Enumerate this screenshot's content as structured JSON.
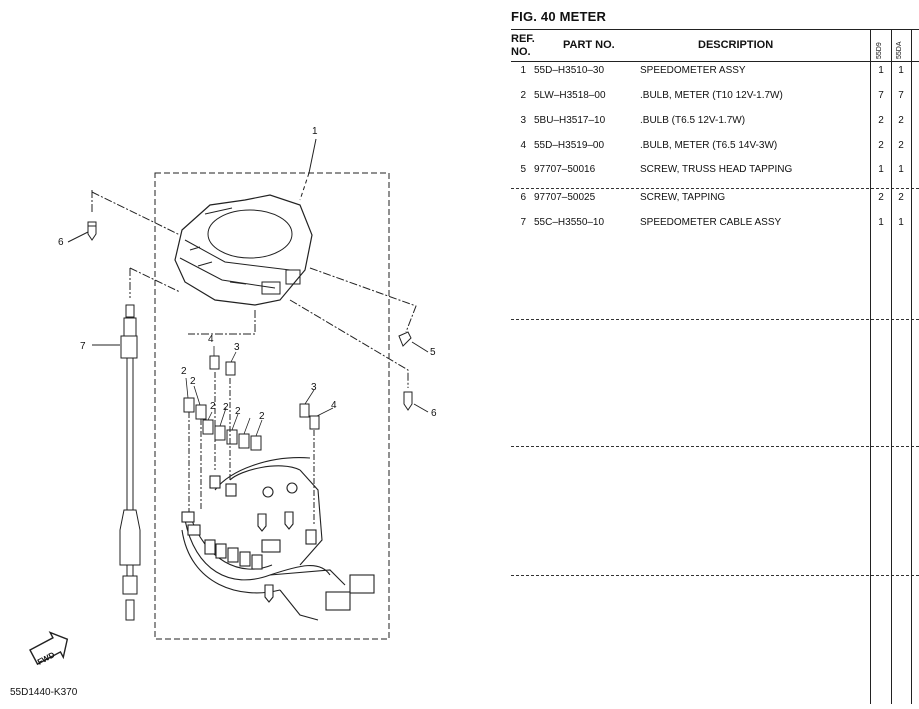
{
  "figure": {
    "label": "FIG.",
    "number": "40",
    "title": "METER"
  },
  "diagram": {
    "callouts": [
      "1",
      "2",
      "2",
      "2",
      "2",
      "2",
      "2",
      "3",
      "3",
      "4",
      "4",
      "5",
      "6",
      "6",
      "7"
    ],
    "fwd_badge": "FWD",
    "drawing_code": "55D1440-K370"
  },
  "table": {
    "headers": {
      "ref_line1": "REF.",
      "ref_line2": "NO.",
      "part_no": "PART NO.",
      "description": "DESCRIPTION"
    },
    "models": [
      "55D9",
      "55DA"
    ],
    "rows": [
      {
        "ref": "1",
        "part": "55D–H3510–30",
        "desc": "SPEEDOMETER ASSY",
        "q1": "1",
        "q2": "1"
      },
      {
        "ref": "2",
        "part": "5LW–H3518–00",
        "desc": ".BULB, METER (T10 12V-1.7W)",
        "q1": "7",
        "q2": "7"
      },
      {
        "ref": "3",
        "part": "5BU–H3517–10",
        "desc": ".BULB (T6.5 12V-1.7W)",
        "q1": "2",
        "q2": "2"
      },
      {
        "ref": "4",
        "part": "55D–H3519–00",
        "desc": ".BULB, METER (T6.5 14V-3W)",
        "q1": "2",
        "q2": "2"
      },
      {
        "ref": "5",
        "part": "97707–50016",
        "desc": "SCREW, TRUSS HEAD TAPPING",
        "q1": "1",
        "q2": "1"
      },
      {
        "ref": "6",
        "part": "97707–50025",
        "desc": "SCREW, TAPPING",
        "q1": "2",
        "q2": "2"
      },
      {
        "ref": "7",
        "part": "55C–H3550–10",
        "desc": "SPEEDOMETER CABLE ASSY",
        "q1": "1",
        "q2": "1"
      }
    ]
  }
}
